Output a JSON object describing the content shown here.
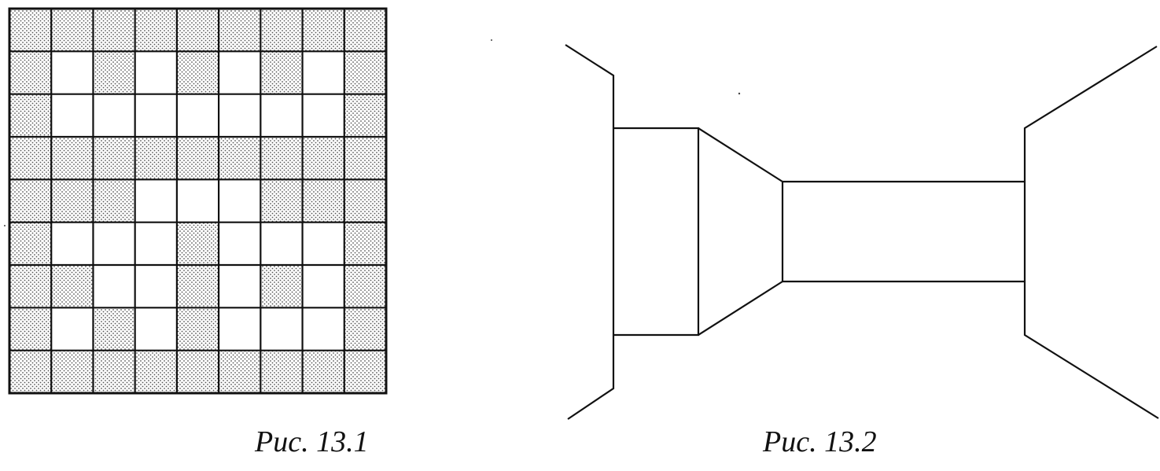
{
  "figure_1": {
    "caption": "Рис. 13.1",
    "grid": {
      "rows": 9,
      "cols": 9,
      "cells": [
        [
          1,
          1,
          1,
          1,
          1,
          1,
          1,
          1,
          1
        ],
        [
          1,
          0,
          1,
          0,
          1,
          0,
          1,
          0,
          1
        ],
        [
          1,
          0,
          0,
          0,
          0,
          0,
          0,
          0,
          1
        ],
        [
          1,
          1,
          1,
          1,
          1,
          1,
          1,
          1,
          1
        ],
        [
          1,
          1,
          1,
          0,
          0,
          0,
          1,
          1,
          1
        ],
        [
          1,
          0,
          0,
          0,
          1,
          0,
          0,
          0,
          1
        ],
        [
          1,
          1,
          0,
          0,
          1,
          0,
          1,
          0,
          1
        ],
        [
          1,
          0,
          1,
          0,
          1,
          0,
          0,
          0,
          1
        ],
        [
          1,
          1,
          1,
          1,
          1,
          1,
          1,
          1,
          1
        ]
      ]
    }
  },
  "figure_2": {
    "caption": "Рис. 13.2"
  },
  "colors": {
    "line": "#111111",
    "dot": "#555555",
    "background": "#ffffff"
  }
}
